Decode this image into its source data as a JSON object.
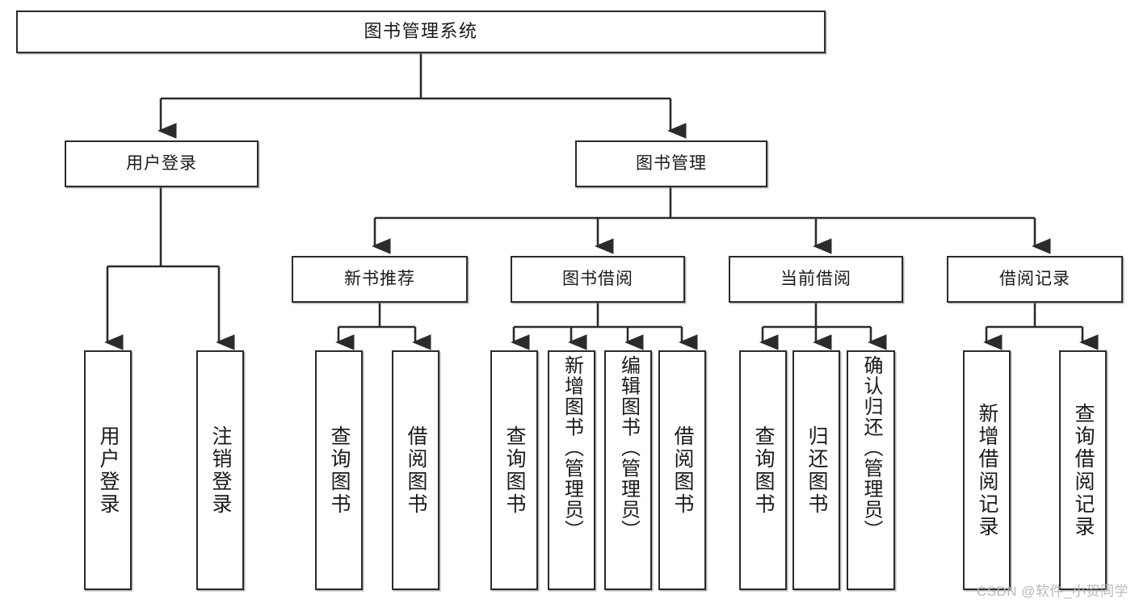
{
  "diagram": {
    "title": "图书管理系统",
    "type": "功能结构图",
    "colors": {
      "box_border": "#2b2b2b",
      "box_fill": "#ffffff",
      "connector": "#2b2b2b",
      "background": "#ffffff",
      "watermark": "#b8b8b8"
    }
  },
  "watermark": {
    "text": "CSDN @软件_小贺同学"
  },
  "nodes": {
    "root": {
      "label": "图书管理系统"
    },
    "level1": [
      {
        "id": "user-login",
        "label": "用户登录"
      },
      {
        "id": "book-manage",
        "label": "图书管理"
      }
    ],
    "level2": [
      {
        "id": "new-book-recommend",
        "label": "新书推荐"
      },
      {
        "id": "book-borrow",
        "label": "图书借阅"
      },
      {
        "id": "current-borrow",
        "label": "当前借阅"
      },
      {
        "id": "borrow-record",
        "label": "借阅记录"
      }
    ],
    "leaves": {
      "user-login": [
        {
          "id": "leaf-user-login",
          "label": "用户登录"
        },
        {
          "id": "leaf-logout-login",
          "label": "注销登录"
        }
      ],
      "new-book-recommend": [
        {
          "id": "leaf-query-book-1",
          "label": "查询图书"
        },
        {
          "id": "leaf-borrow-book-1",
          "label": "借阅图书"
        }
      ],
      "book-borrow": [
        {
          "id": "leaf-query-book-2",
          "label": "查询图书"
        },
        {
          "id": "leaf-add-book",
          "label": "新增图书（管理员）"
        },
        {
          "id": "leaf-edit-book",
          "label": "编辑图书（管理员）"
        },
        {
          "id": "leaf-borrow-book-2",
          "label": "借阅图书"
        }
      ],
      "current-borrow": [
        {
          "id": "leaf-query-book-3",
          "label": "查询图书"
        },
        {
          "id": "leaf-return-book",
          "label": "归还图书"
        },
        {
          "id": "leaf-confirm-return",
          "label": "确认归还（管理员）"
        }
      ],
      "borrow-record": [
        {
          "id": "leaf-add-record",
          "label": "新增借阅记录"
        },
        {
          "id": "leaf-query-record",
          "label": "查询借阅记录"
        }
      ]
    }
  }
}
